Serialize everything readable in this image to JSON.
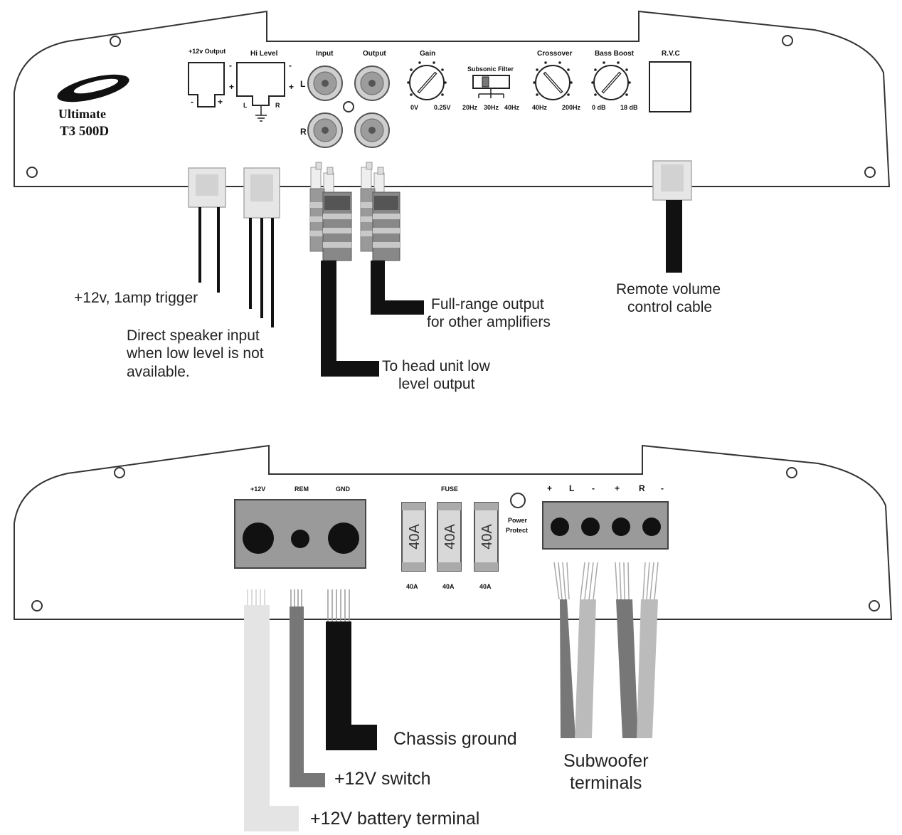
{
  "brand": {
    "line1": "Ultimate",
    "line2": "T3 500D"
  },
  "top_panel": {
    "labels": {
      "trigger_output": "+12v Output",
      "hi_level": "Hi Level",
      "input": "Input",
      "output": "Output",
      "gain": "Gain",
      "subsonic_filter": "Subsonic Filter",
      "crossover": "Crossover",
      "bass_boost": "Bass Boost",
      "rvc": "R.V.C"
    },
    "symbols": {
      "minus": "-",
      "plus": "+",
      "left": "L",
      "right": "R"
    },
    "gain_range": {
      "min": "0V",
      "max": "0.25V"
    },
    "subsonic_values": {
      "low": "20Hz",
      "mid": "30Hz",
      "high": "40Hz"
    },
    "crossover_range": {
      "min": "40Hz",
      "max": "200Hz"
    },
    "bass_boost_range": {
      "min": "0 dB",
      "max": "18 dB"
    }
  },
  "top_callouts": {
    "trigger": "+12v, 1amp trigger",
    "speaker_input": [
      "Direct speaker input",
      "when low level is not",
      "available."
    ],
    "full_range": [
      "Full-range output",
      "for other amplifiers"
    ],
    "head_unit": [
      "To head unit low",
      "level output"
    ],
    "remote": [
      "Remote volume",
      "control cable"
    ]
  },
  "bottom_panel": {
    "labels": {
      "plus12": "+12V",
      "rem": "REM",
      "gnd": "GND",
      "fuse": "FUSE",
      "power_protect": [
        "Power",
        "Protect"
      ]
    },
    "fuse_rating": "40A",
    "speaker_marks": [
      "+",
      "L",
      "-",
      "+",
      "R",
      "-"
    ]
  },
  "bottom_callouts": {
    "ground": "Chassis ground",
    "switch": "+12V switch",
    "battery": "+12V battery terminal",
    "subwoofer": [
      "Subwoofer",
      "terminals"
    ]
  },
  "colors": {
    "outline": "#333333",
    "panel_grey": "#9a9a9a",
    "wire_black": "#111111",
    "wire_dark_grey": "#777777",
    "wire_light_grey": "#bbbbbb",
    "wire_very_light": "#e4e4e4"
  }
}
